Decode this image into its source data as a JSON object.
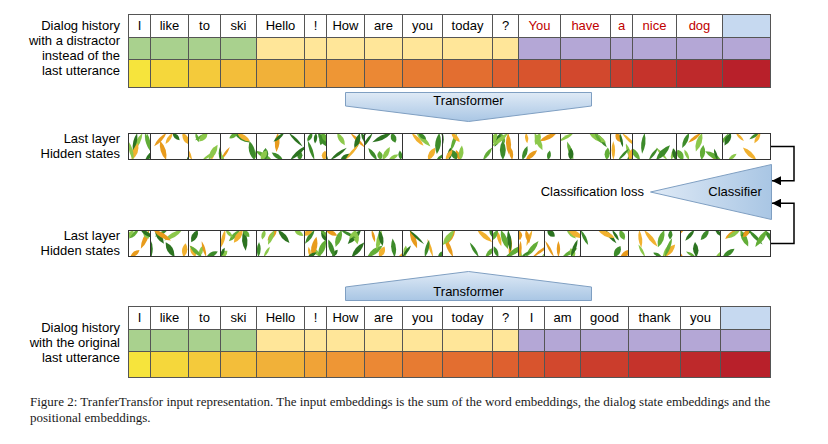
{
  "diagram": {
    "caption": "Figure 2: TranferTransfor input representation. The input embeddings is the sum of the word embeddings, the dialog state embeddings and the positional embeddings.",
    "nodes": [
      {
        "text": [
          "Dialog history with a distractor instead of the last utterance"
        ]
      },
      {
        "text": [
          "I"
        ],
        "in": 0
      },
      {
        "text": [
          "like"
        ],
        "in": 0
      },
      {
        "text": [
          "to"
        ],
        "in": 0
      },
      {
        "text": [
          "ski"
        ],
        "in": 0
      },
      {
        "text": [
          "Hello"
        ],
        "in": 0
      },
      {
        "text": [
          "!"
        ],
        "in": 0
      },
      {
        "text": [
          "How"
        ],
        "in": 0
      },
      {
        "text": [
          "are"
        ],
        "in": 0
      },
      {
        "text": [
          "you"
        ],
        "in": 0
      },
      {
        "text": [
          "today"
        ],
        "in": 0
      },
      {
        "text": [
          "?"
        ],
        "in": 0
      },
      {
        "text": [
          "You"
        ],
        "in": 0
      },
      {
        "text": [
          "have"
        ],
        "in": 0
      },
      {
        "text": [
          "a"
        ],
        "in": 0
      },
      {
        "text": [
          "nice"
        ],
        "in": 0
      },
      {
        "text": [
          "dog"
        ],
        "in": 0
      },
      {
        "text": [
          "Transformer"
        ]
      },
      {
        "text": [
          "Last layer Hidden states"
        ]
      },
      {
        "text": [
          "Classifier"
        ]
      },
      {
        "text": [
          "Last layer Hidden states"
        ]
      },
      {
        "text": [
          "Transformer"
        ]
      },
      {
        "text": [
          "Dialog history with the original last utterance"
        ]
      },
      {
        "text": [
          "I"
        ],
        "in": 22
      },
      {
        "text": [
          "like"
        ],
        "in": 22
      },
      {
        "text": [
          "to"
        ],
        "in": 22
      },
      {
        "text": [
          "ski"
        ],
        "in": 22
      },
      {
        "text": [
          "Hello"
        ],
        "in": 22
      },
      {
        "text": [
          "!"
        ],
        "in": 22
      },
      {
        "text": [
          "How"
        ],
        "in": 22
      },
      {
        "text": [
          "are"
        ],
        "in": 22
      },
      {
        "text": [
          "you"
        ],
        "in": 22
      },
      {
        "text": [
          "today"
        ],
        "in": 22
      },
      {
        "text": [
          "?"
        ],
        "in": 22
      },
      {
        "text": [
          "I"
        ],
        "in": 22
      },
      {
        "text": [
          "am"
        ],
        "in": 22
      },
      {
        "text": [
          "good"
        ],
        "in": 22
      },
      {
        "text": [
          "thank"
        ],
        "in": 22
      },
      {
        "text": [
          "you"
        ],
        "in": 22
      }
    ],
    "edges": [
      {
        "from": 18,
        "to": 19,
        "arrow": "to"
      },
      {
        "from": 20,
        "to": 19,
        "arrow": "to"
      }
    ],
    "labels": [
      "Classification loss"
    ]
  }
}
